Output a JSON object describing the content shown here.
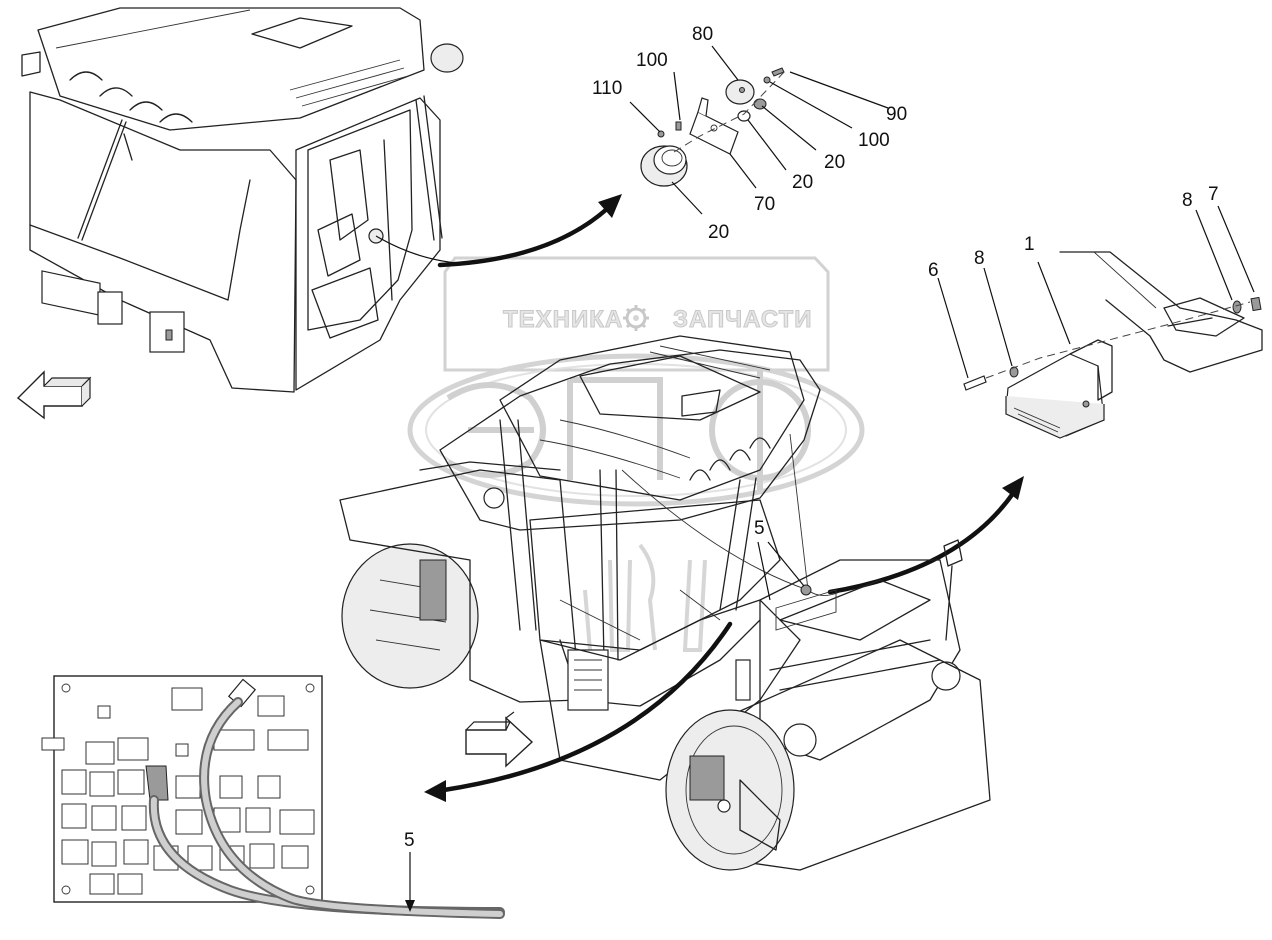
{
  "watermark": {
    "left_word": "ТЕХНИКА",
    "right_word": "ЗАПЧАСТИ"
  },
  "callouts": {
    "c80": "80",
    "c100_top": "100",
    "c110": "110",
    "c90": "90",
    "c100_right": "100",
    "c20_a": "20",
    "c20_b": "20",
    "c70": "70",
    "c20_c": "20",
    "c8_top": "8",
    "c7": "7",
    "c6": "6",
    "c8_mid": "8",
    "c1": "1",
    "c5_center": "5",
    "c5_bottom": "5"
  },
  "icons": {
    "view_direction": "view-direction-arrow-icon",
    "gear": "gear-icon"
  }
}
